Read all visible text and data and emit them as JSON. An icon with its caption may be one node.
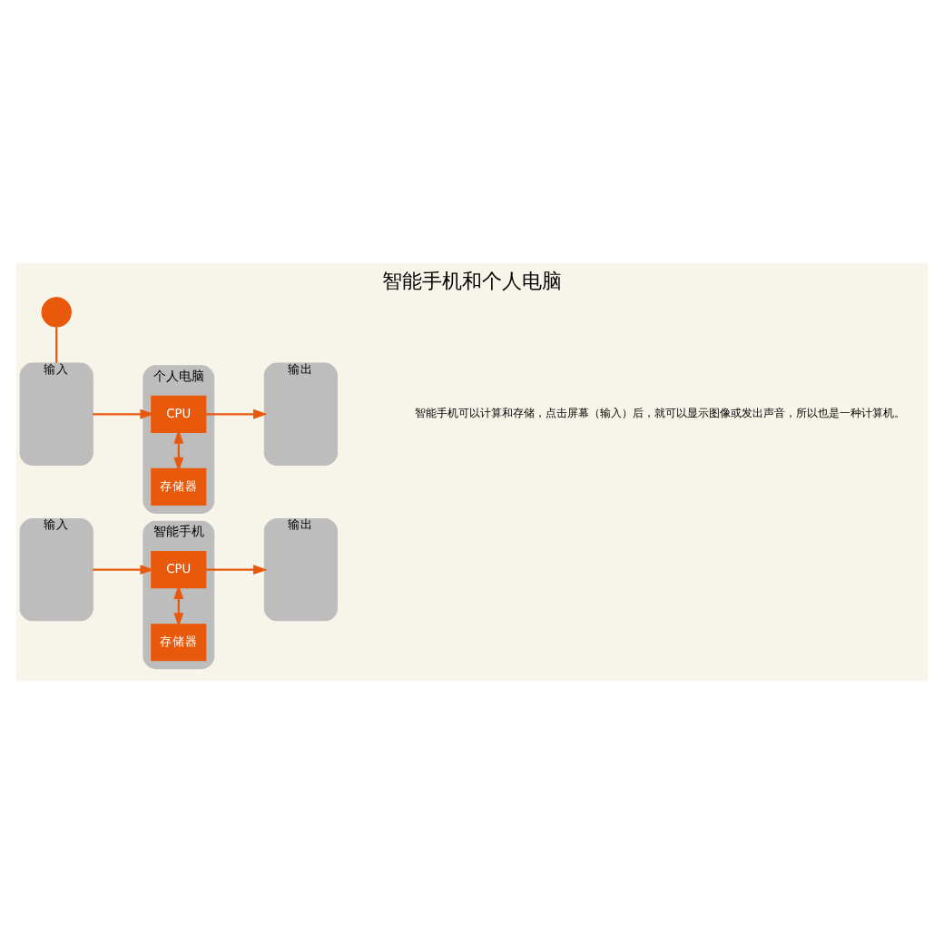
{
  "diagram": {
    "title": "智能手机和个人电脑",
    "caption": "智能手机可以计算和存储，点击屏幕（输入）后，就可以显示图像或发出声音，所以也是一种计算机。",
    "nodes": [
      {
        "text": [
          "输入"
        ]
      },
      {
        "text": [
          "智能手机"
        ]
      },
      {
        "text": [
          "CPU"
        ],
        "in": 1
      },
      {
        "text": [
          "存储器"
        ],
        "in": 1
      },
      {
        "text": [
          "输出"
        ]
      },
      {
        "text": [
          "输入"
        ]
      },
      {
        "text": [],
        "shape": "circle"
      },
      {
        "text": [
          "个人电脑"
        ]
      },
      {
        "text": [
          "CPU"
        ],
        "in": 7
      },
      {
        "text": [
          "存储器"
        ],
        "in": 7
      },
      {
        "text": [
          "输出"
        ]
      }
    ],
    "edges": [
      {
        "from": 0,
        "to": 2,
        "arrow": "to"
      },
      {
        "from": 2,
        "to": 4,
        "arrow": "to"
      },
      {
        "from": 2,
        "to": 3,
        "arrow": "both"
      },
      {
        "from": 5,
        "to": 8,
        "arrow": "to"
      },
      {
        "from": 6,
        "to": 5,
        "arrow": "none"
      },
      {
        "from": 8,
        "to": 10,
        "arrow": "to"
      },
      {
        "from": 8,
        "to": 9,
        "arrow": "both"
      }
    ]
  }
}
